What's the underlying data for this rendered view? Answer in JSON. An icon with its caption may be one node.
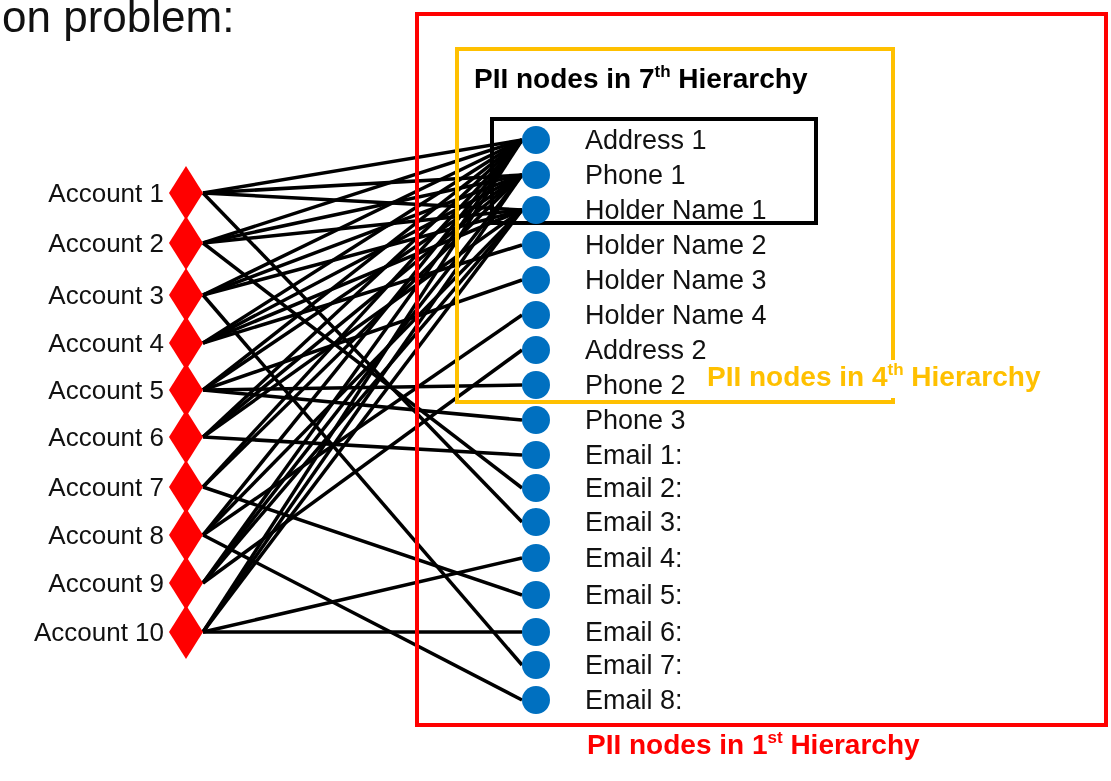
{
  "diagram": {
    "nodes": [
      {
        "text": [
          "Account 1"
        ]
      },
      {
        "text": [
          "Account 2"
        ]
      },
      {
        "text": [
          "Account 3"
        ]
      },
      {
        "text": [
          "Account 4"
        ]
      },
      {
        "text": [
          "Account 5"
        ]
      },
      {
        "text": [
          "Account 6"
        ]
      },
      {
        "text": [
          "Account 7"
        ]
      },
      {
        "text": [
          "Account 8"
        ]
      },
      {
        "text": [
          "Account 9"
        ]
      },
      {
        "text": [
          "Account 10"
        ]
      },
      {
        "text": [
          "PII nodes in 1$^{st}$ Hierarchy"
        ]
      },
      {
        "text": [
          "PII nodes in 4$^{th}$ Hierarchy"
        ],
        "in": 10
      },
      {
        "text": [
          "PII nodes in 7$^{th}$ Hierarchy"
        ],
        "in": 11
      },
      {
        "text": [
          "Address 1"
        ],
        "in": 12
      },
      {
        "text": [
          "Phone 1"
        ],
        "in": 12
      },
      {
        "text": [
          "Holder Name 1"
        ],
        "in": 12
      },
      {
        "text": [
          "Holder Name 2"
        ],
        "in": 11
      },
      {
        "text": [
          "Holder Name 3"
        ],
        "in": 11
      },
      {
        "text": [
          "Holder Name 4"
        ],
        "in": 11
      },
      {
        "text": [
          "Address 2"
        ],
        "in": 11
      },
      {
        "text": [
          "Phone 2"
        ],
        "in": 11
      },
      {
        "text": [
          "Phone 3"
        ],
        "in": 10
      },
      {
        "text": [
          "Email 1:"
        ],
        "in": 10
      },
      {
        "text": [
          "Email 2:"
        ],
        "in": 10
      },
      {
        "text": [
          "Email 3:"
        ],
        "in": 10
      },
      {
        "text": [
          "Email 4:"
        ],
        "in": 10
      },
      {
        "text": [
          "Email 5:"
        ],
        "in": 10
      },
      {
        "text": [
          "Email 6:"
        ],
        "in": 10
      },
      {
        "text": [
          "Email 7:"
        ],
        "in": 10
      },
      {
        "text": [
          "Email 8:"
        ],
        "in": 10
      }
    ],
    "edges": [
      {
        "from": 0,
        "to": 13,
        "arrow": "none"
      },
      {
        "from": 0,
        "to": 14,
        "arrow": "none"
      },
      {
        "from": 0,
        "to": 15,
        "arrow": "none"
      },
      {
        "from": 0,
        "to": 24,
        "arrow": "none"
      },
      {
        "from": 1,
        "to": 13,
        "arrow": "none"
      },
      {
        "from": 1,
        "to": 14,
        "arrow": "none"
      },
      {
        "from": 1,
        "to": 15,
        "arrow": "none"
      },
      {
        "from": 1,
        "to": 23,
        "arrow": "none"
      },
      {
        "from": 2,
        "to": 13,
        "arrow": "none"
      },
      {
        "from": 2,
        "to": 14,
        "arrow": "none"
      },
      {
        "from": 2,
        "to": 15,
        "arrow": "none"
      },
      {
        "from": 2,
        "to": 28,
        "arrow": "none"
      },
      {
        "from": 3,
        "to": 13,
        "arrow": "none"
      },
      {
        "from": 3,
        "to": 14,
        "arrow": "none"
      },
      {
        "from": 3,
        "to": 15,
        "arrow": "none"
      },
      {
        "from": 3,
        "to": 16,
        "arrow": "none"
      },
      {
        "from": 4,
        "to": 13,
        "arrow": "none"
      },
      {
        "from": 4,
        "to": 14,
        "arrow": "none"
      },
      {
        "from": 4,
        "to": 20,
        "arrow": "none"
      },
      {
        "from": 4,
        "to": 17,
        "arrow": "none"
      },
      {
        "from": 4,
        "to": 21,
        "arrow": "none"
      },
      {
        "from": 5,
        "to": 13,
        "arrow": "none"
      },
      {
        "from": 5,
        "to": 14,
        "arrow": "none"
      },
      {
        "from": 5,
        "to": 15,
        "arrow": "none"
      },
      {
        "from": 5,
        "to": 22,
        "arrow": "none"
      },
      {
        "from": 6,
        "to": 13,
        "arrow": "none"
      },
      {
        "from": 6,
        "to": 14,
        "arrow": "none"
      },
      {
        "from": 6,
        "to": 26,
        "arrow": "none"
      },
      {
        "from": 7,
        "to": 13,
        "arrow": "none"
      },
      {
        "from": 7,
        "to": 15,
        "arrow": "none"
      },
      {
        "from": 7,
        "to": 18,
        "arrow": "none"
      },
      {
        "from": 7,
        "to": 29,
        "arrow": "none"
      },
      {
        "from": 8,
        "to": 13,
        "arrow": "none"
      },
      {
        "from": 8,
        "to": 14,
        "arrow": "none"
      },
      {
        "from": 8,
        "to": 15,
        "arrow": "none"
      },
      {
        "from": 8,
        "to": 19,
        "arrow": "none"
      },
      {
        "from": 9,
        "to": 13,
        "arrow": "none"
      },
      {
        "from": 9,
        "to": 14,
        "arrow": "none"
      },
      {
        "from": 9,
        "to": 15,
        "arrow": "none"
      },
      {
        "from": 9,
        "to": 25,
        "arrow": "none"
      },
      {
        "from": 9,
        "to": 27,
        "arrow": "none"
      }
    ],
    "labels": [
      "on problem:"
    ]
  }
}
